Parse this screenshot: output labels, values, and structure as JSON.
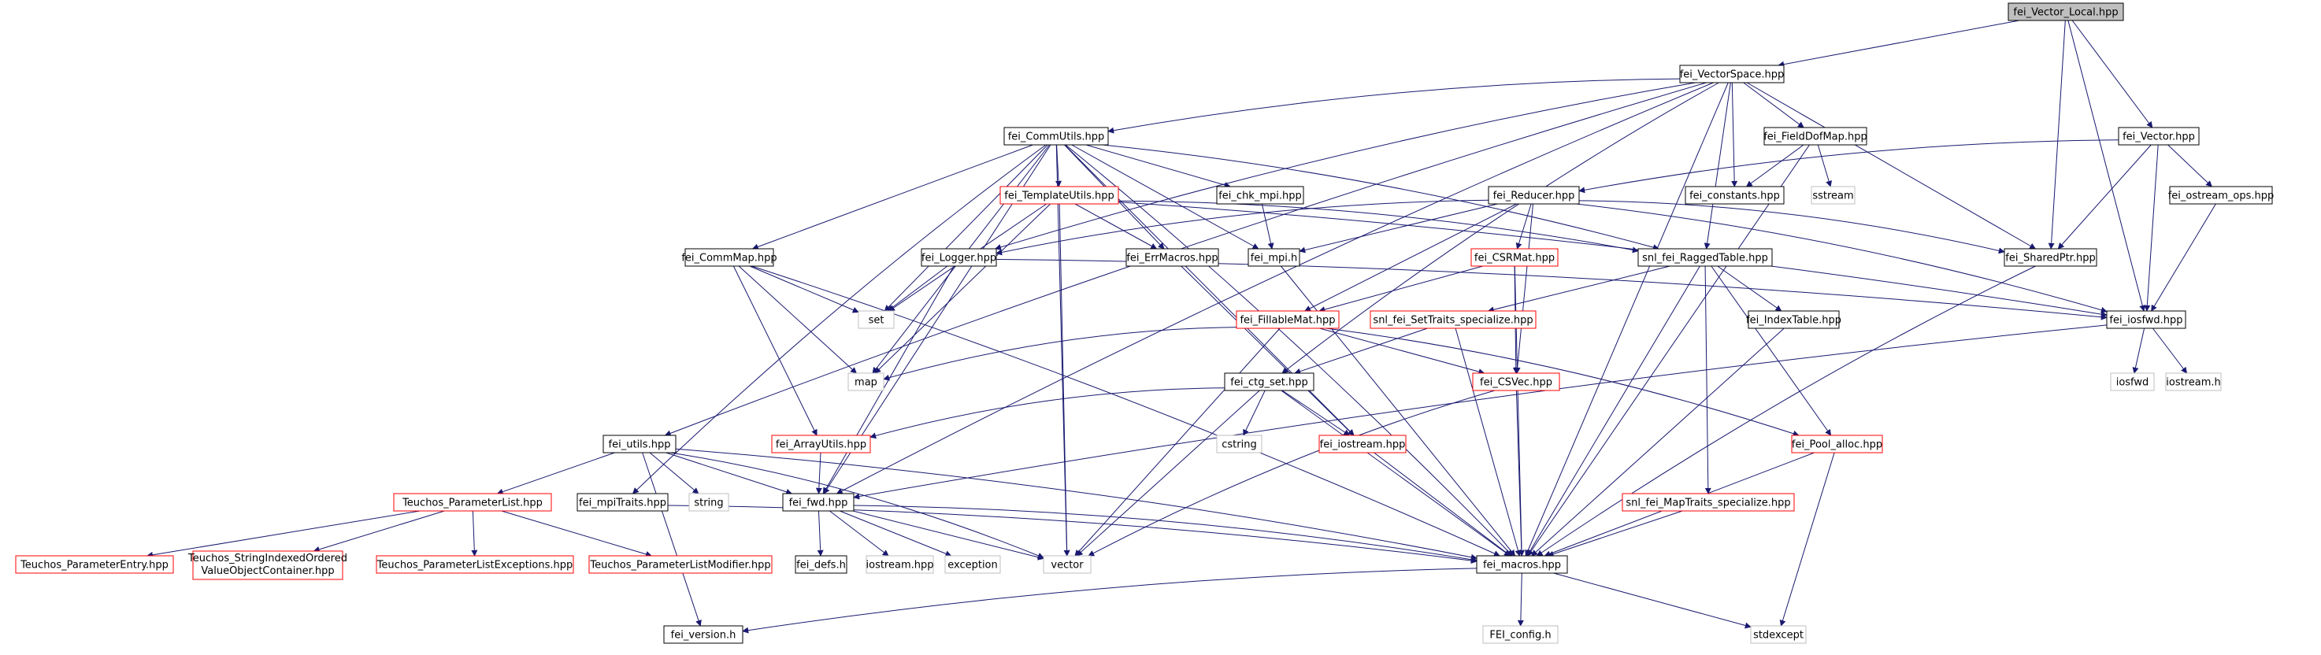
{
  "colors": {
    "edge": "#191970",
    "root_fill": "#bfbfbf",
    "documented": "#000000",
    "undocumented": "#ff0000",
    "external": "#bfbfbf"
  },
  "nodes": {
    "fei_Vector_Local": {
      "label": "fei_Vector_Local.hpp",
      "kind": "root"
    },
    "fei_VectorSpace": {
      "label": "fei_VectorSpace.hpp",
      "kind": "doc"
    },
    "fei_CommUtils": {
      "label": "fei_CommUtils.hpp",
      "kind": "doc"
    },
    "fei_FieldDofMap": {
      "label": "fei_FieldDofMap.hpp",
      "kind": "doc"
    },
    "fei_Vector": {
      "label": "fei_Vector.hpp",
      "kind": "doc"
    },
    "fei_chk_mpi": {
      "label": "fei_chk_mpi.hpp",
      "kind": "doc"
    },
    "fei_TemplateUtils": {
      "label": "fei_TemplateUtils.hpp",
      "kind": "red"
    },
    "fei_Reducer": {
      "label": "fei_Reducer.hpp",
      "kind": "doc"
    },
    "fei_constants": {
      "label": "fei_constants.hpp",
      "kind": "doc"
    },
    "sstream": {
      "label": "sstream",
      "kind": "ext"
    },
    "fei_ostream_ops": {
      "label": "fei_ostream_ops.hpp",
      "kind": "doc"
    },
    "fei_CommMap": {
      "label": "fei_CommMap.hpp",
      "kind": "doc"
    },
    "fei_Logger": {
      "label": "fei_Logger.hpp",
      "kind": "doc"
    },
    "fei_ErrMacros": {
      "label": "fei_ErrMacros.hpp",
      "kind": "doc"
    },
    "fei_mpi": {
      "label": "fei_mpi.h",
      "kind": "doc"
    },
    "fei_CSRMat": {
      "label": "fei_CSRMat.hpp",
      "kind": "red"
    },
    "snl_fei_RaggedTable": {
      "label": "snl_fei_RaggedTable.hpp",
      "kind": "doc"
    },
    "fei_SharedPtr": {
      "label": "fei_SharedPtr.hpp",
      "kind": "doc"
    },
    "set": {
      "label": "set",
      "kind": "ext"
    },
    "fei_FillableMat": {
      "label": "fei_FillableMat.hpp",
      "kind": "red"
    },
    "snl_fei_SetTraits": {
      "label": "snl_fei_SetTraits_specialize.hpp",
      "kind": "red"
    },
    "fei_IndexTable": {
      "label": "fei_IndexTable.hpp",
      "kind": "doc"
    },
    "fei_iosfwd": {
      "label": "fei_iosfwd.hpp",
      "kind": "doc"
    },
    "map": {
      "label": "map",
      "kind": "ext"
    },
    "fei_ctg_set": {
      "label": "fei_ctg_set.hpp",
      "kind": "doc"
    },
    "fei_CSVec": {
      "label": "fei_CSVec.hpp",
      "kind": "red"
    },
    "iosfwd": {
      "label": "iosfwd",
      "kind": "ext"
    },
    "iostream_h": {
      "label": "iostream.h",
      "kind": "ext"
    },
    "fei_utils": {
      "label": "fei_utils.hpp",
      "kind": "doc"
    },
    "fei_ArrayUtils": {
      "label": "fei_ArrayUtils.hpp",
      "kind": "red"
    },
    "cstring": {
      "label": "cstring",
      "kind": "ext"
    },
    "fei_iostream": {
      "label": "fei_iostream.hpp",
      "kind": "red"
    },
    "fei_Pool_alloc": {
      "label": "fei_Pool_alloc.hpp",
      "kind": "red"
    },
    "Teuchos_ParameterList": {
      "label": "Teuchos_ParameterList.hpp",
      "kind": "red"
    },
    "string": {
      "label": "string",
      "kind": "ext"
    },
    "fei_mpiTraits": {
      "label": "fei_mpiTraits.hpp",
      "kind": "doc"
    },
    "fei_fwd": {
      "label": "fei_fwd.hpp",
      "kind": "doc"
    },
    "snl_fei_MapTraits": {
      "label": "snl_fei_MapTraits_specialize.hpp",
      "kind": "red"
    },
    "Teuchos_ParameterEntry": {
      "label": "Teuchos_ParameterEntry.hpp",
      "kind": "red"
    },
    "Teuchos_StringIndexed": {
      "label": "Teuchos_StringIndexedOrdered",
      "label2": "ValueObjectContainer.hpp",
      "kind": "red"
    },
    "Teuchos_ParameterListExceptions": {
      "label": "Teuchos_ParameterListExceptions.hpp",
      "kind": "red"
    },
    "Teuchos_ParameterListModifier": {
      "label": "Teuchos_ParameterListModifier.hpp",
      "kind": "red"
    },
    "fei_defs": {
      "label": "fei_defs.h",
      "kind": "doc"
    },
    "iostream_hpp": {
      "label": "iostream.hpp",
      "kind": "ext"
    },
    "exception": {
      "label": "exception",
      "kind": "ext"
    },
    "vector": {
      "label": "vector",
      "kind": "ext"
    },
    "fei_macros": {
      "label": "fei_macros.hpp",
      "kind": "doc"
    },
    "fei_version": {
      "label": "fei_version.h",
      "kind": "doc"
    },
    "FEI_config": {
      "label": "FEI_config.h",
      "kind": "ext"
    },
    "stdexcept": {
      "label": "stdexcept",
      "kind": "ext"
    }
  },
  "edges": [
    [
      "fei_Vector_Local",
      "fei_VectorSpace"
    ],
    [
      "fei_Vector_Local",
      "fei_Vector"
    ],
    [
      "fei_Vector_Local",
      "fei_SharedPtr"
    ],
    [
      "fei_Vector_Local",
      "fei_iosfwd"
    ],
    [
      "fei_VectorSpace",
      "fei_CommUtils"
    ],
    [
      "fei_VectorSpace",
      "fei_FieldDofMap"
    ],
    [
      "fei_VectorSpace",
      "fei_constants"
    ],
    [
      "fei_VectorSpace",
      "fei_Logger"
    ],
    [
      "fei_VectorSpace",
      "snl_fei_RaggedTable"
    ],
    [
      "fei_VectorSpace",
      "fei_SharedPtr"
    ],
    [
      "fei_VectorSpace",
      "fei_ctg_set"
    ],
    [
      "fei_VectorSpace",
      "fei_utils"
    ],
    [
      "fei_VectorSpace",
      "fei_fwd"
    ],
    [
      "fei_VectorSpace",
      "fei_macros"
    ],
    [
      "fei_CommUtils",
      "fei_chk_mpi"
    ],
    [
      "fei_CommUtils",
      "fei_TemplateUtils"
    ],
    [
      "fei_CommUtils",
      "fei_CommMap"
    ],
    [
      "fei_CommUtils",
      "fei_ErrMacros"
    ],
    [
      "fei_CommUtils",
      "fei_mpi"
    ],
    [
      "fei_CommUtils",
      "set"
    ],
    [
      "fei_CommUtils",
      "map"
    ],
    [
      "fei_CommUtils",
      "fei_iostream"
    ],
    [
      "fei_CommUtils",
      "fei_mpiTraits"
    ],
    [
      "fei_CommUtils",
      "fei_fwd"
    ],
    [
      "fei_CommUtils",
      "vector"
    ],
    [
      "fei_CommUtils",
      "fei_macros"
    ],
    [
      "fei_CommUtils",
      "snl_fei_RaggedTable"
    ],
    [
      "fei_FieldDofMap",
      "fei_constants"
    ],
    [
      "fei_FieldDofMap",
      "sstream"
    ],
    [
      "fei_FieldDofMap",
      "fei_macros"
    ],
    [
      "fei_Vector",
      "fei_Reducer"
    ],
    [
      "fei_Vector",
      "fei_ostream_ops"
    ],
    [
      "fei_Vector",
      "fei_SharedPtr"
    ],
    [
      "fei_Vector",
      "fei_iosfwd"
    ],
    [
      "fei_chk_mpi",
      "fei_mpi"
    ],
    [
      "fei_TemplateUtils",
      "fei_ErrMacros"
    ],
    [
      "fei_TemplateUtils",
      "set"
    ],
    [
      "fei_TemplateUtils",
      "map"
    ],
    [
      "fei_TemplateUtils",
      "vector"
    ],
    [
      "fei_TemplateUtils",
      "fei_iosfwd"
    ],
    [
      "fei_TemplateUtils",
      "snl_fei_RaggedTable"
    ],
    [
      "fei_Reducer",
      "fei_Logger"
    ],
    [
      "fei_Reducer",
      "fei_mpi"
    ],
    [
      "fei_Reducer",
      "fei_CSRMat"
    ],
    [
      "fei_Reducer",
      "fei_FillableMat"
    ],
    [
      "fei_Reducer",
      "fei_CSVec"
    ],
    [
      "fei_Reducer",
      "fei_SharedPtr"
    ],
    [
      "fei_Reducer",
      "fei_iosfwd"
    ],
    [
      "fei_ostream_ops",
      "fei_iosfwd"
    ],
    [
      "fei_CommMap",
      "set"
    ],
    [
      "fei_CommMap",
      "map"
    ],
    [
      "fei_CommMap",
      "fei_ArrayUtils"
    ],
    [
      "fei_CommMap",
      "fei_macros"
    ],
    [
      "fei_Logger",
      "set"
    ],
    [
      "fei_Logger",
      "fei_iosfwd"
    ],
    [
      "fei_Logger",
      "fei_fwd"
    ],
    [
      "fei_ErrMacros",
      "fei_iostream"
    ],
    [
      "fei_mpi",
      "fei_macros"
    ],
    [
      "fei_CSRMat",
      "fei_FillableMat"
    ],
    [
      "fei_CSRMat",
      "fei_CSVec"
    ],
    [
      "fei_CSRMat",
      "fei_macros"
    ],
    [
      "snl_fei_RaggedTable",
      "snl_fei_SetTraits"
    ],
    [
      "snl_fei_RaggedTable",
      "fei_IndexTable"
    ],
    [
      "snl_fei_RaggedTable",
      "fei_Pool_alloc"
    ],
    [
      "snl_fei_RaggedTable",
      "snl_fei_MapTraits"
    ],
    [
      "snl_fei_RaggedTable",
      "fei_macros"
    ],
    [
      "fei_SharedPtr",
      "fei_macros"
    ],
    [
      "fei_FillableMat",
      "map"
    ],
    [
      "fei_FillableMat",
      "fei_CSVec"
    ],
    [
      "fei_FillableMat",
      "fei_Pool_alloc"
    ],
    [
      "fei_FillableMat",
      "vector"
    ],
    [
      "snl_fei_SetTraits",
      "fei_ctg_set"
    ],
    [
      "snl_fei_SetTraits",
      "fei_macros"
    ],
    [
      "fei_IndexTable",
      "fei_macros"
    ],
    [
      "fei_iosfwd",
      "iosfwd"
    ],
    [
      "fei_iosfwd",
      "iostream_h"
    ],
    [
      "fei_iosfwd",
      "fei_fwd"
    ],
    [
      "fei_ctg_set",
      "fei_ArrayUtils"
    ],
    [
      "fei_ctg_set",
      "cstring"
    ],
    [
      "fei_ctg_set",
      "fei_iostream"
    ],
    [
      "fei_ctg_set",
      "vector"
    ],
    [
      "fei_ctg_set",
      "fei_macros"
    ],
    [
      "fei_CSVec",
      "vector"
    ],
    [
      "fei_CSVec",
      "fei_macros"
    ],
    [
      "fei_utils",
      "Teuchos_ParameterList"
    ],
    [
      "fei_utils",
      "string"
    ],
    [
      "fei_utils",
      "fei_fwd"
    ],
    [
      "fei_utils",
      "vector"
    ],
    [
      "fei_utils",
      "fei_macros"
    ],
    [
      "fei_utils",
      "fei_version"
    ],
    [
      "fei_ArrayUtils",
      "fei_fwd"
    ],
    [
      "fei_iostream",
      "fei_macros"
    ],
    [
      "fei_Pool_alloc",
      "fei_macros"
    ],
    [
      "fei_Pool_alloc",
      "stdexcept"
    ],
    [
      "Teuchos_ParameterList",
      "Teuchos_ParameterEntry"
    ],
    [
      "Teuchos_ParameterList",
      "Teuchos_StringIndexed"
    ],
    [
      "Teuchos_ParameterList",
      "Teuchos_ParameterListExceptions"
    ],
    [
      "Teuchos_ParameterList",
      "Teuchos_ParameterListModifier"
    ],
    [
      "fei_mpiTraits",
      "fei_macros"
    ],
    [
      "fei_fwd",
      "fei_defs"
    ],
    [
      "fei_fwd",
      "iostream_hpp"
    ],
    [
      "fei_fwd",
      "exception"
    ],
    [
      "fei_fwd",
      "vector"
    ],
    [
      "fei_fwd",
      "fei_macros"
    ],
    [
      "snl_fei_MapTraits",
      "fei_macros"
    ],
    [
      "fei_macros",
      "fei_version"
    ],
    [
      "fei_macros",
      "FEI_config"
    ],
    [
      "fei_macros",
      "stdexcept"
    ]
  ]
}
